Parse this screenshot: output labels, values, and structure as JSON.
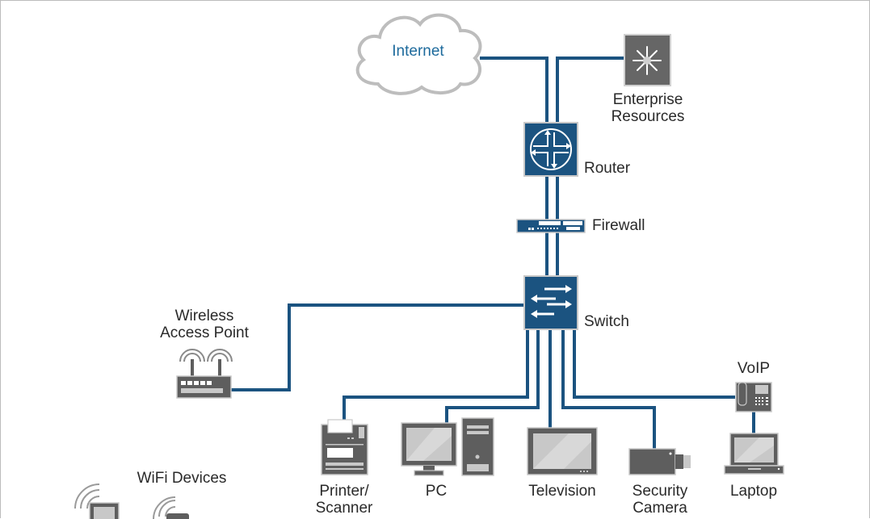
{
  "diagram": {
    "title": "Network Topology",
    "colors": {
      "link": "#1b5380",
      "node_blue": "#1b5380",
      "node_gray": "#666666",
      "device_gray": "#5e5e5e",
      "screen": "#c8c8c8",
      "cloud_stroke": "#bdbdbd",
      "internet_text": "#1d6a9c",
      "label_text": "#2a2a2a"
    },
    "nodes": {
      "internet": {
        "label": "Internet",
        "icon": "cloud-icon"
      },
      "enterprise": {
        "label": "Enterprise\nResources",
        "icon": "enterprise-hub-icon"
      },
      "router": {
        "label": "Router",
        "icon": "router-icon"
      },
      "firewall": {
        "label": "Firewall",
        "icon": "firewall-icon"
      },
      "switch": {
        "label": "Switch",
        "icon": "switch-icon"
      },
      "wap": {
        "label": "Wireless\nAccess Point",
        "icon": "wireless-router-icon"
      },
      "voip": {
        "label": "VoIP",
        "icon": "desk-phone-icon"
      },
      "printer": {
        "label": "Printer/\nScanner",
        "icon": "printer-icon"
      },
      "pc": {
        "label": "PC",
        "icon": "desktop-pc-icon"
      },
      "tv": {
        "label": "Television",
        "icon": "television-icon"
      },
      "camera": {
        "label": "Security\nCamera",
        "icon": "security-camera-icon"
      },
      "laptop": {
        "label": "Laptop",
        "icon": "laptop-icon"
      },
      "wifi": {
        "label": "WiFi Devices",
        "icon": "wifi-device-icon"
      }
    },
    "links": [
      [
        "internet",
        "router"
      ],
      [
        "enterprise",
        "router"
      ],
      [
        "router",
        "firewall"
      ],
      [
        "firewall",
        "switch"
      ],
      [
        "switch",
        "wap"
      ],
      [
        "switch",
        "printer"
      ],
      [
        "switch",
        "pc"
      ],
      [
        "switch",
        "tv"
      ],
      [
        "switch",
        "camera"
      ],
      [
        "switch",
        "voip"
      ],
      [
        "voip",
        "laptop"
      ]
    ]
  }
}
